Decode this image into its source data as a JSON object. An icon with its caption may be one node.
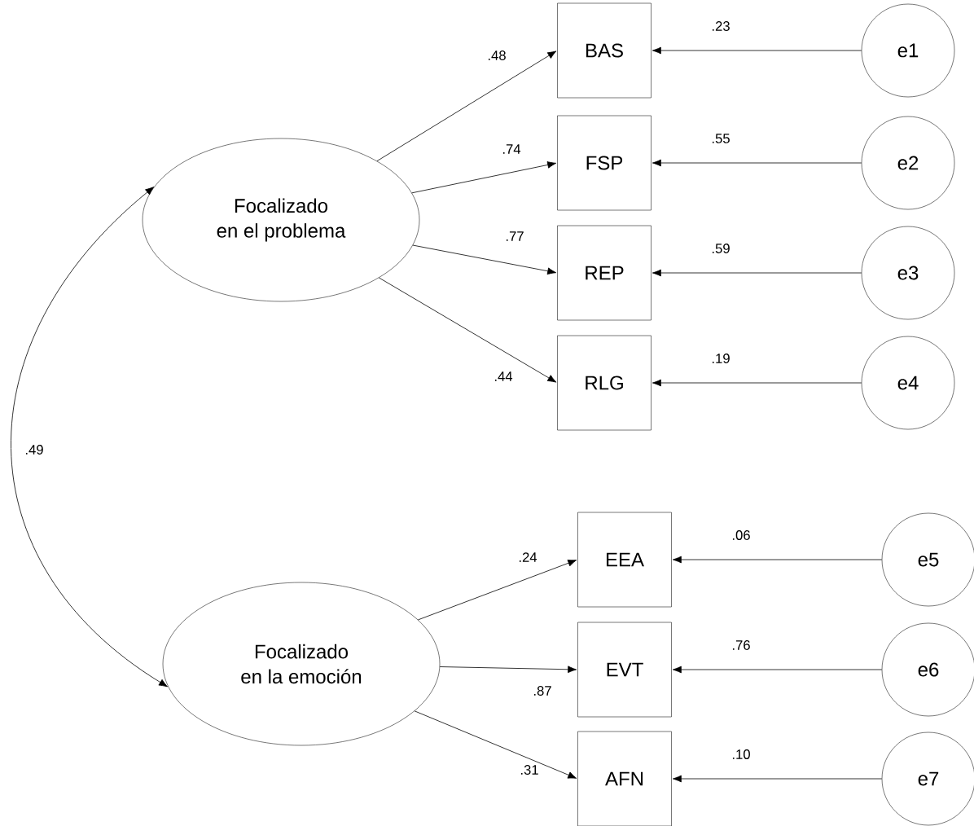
{
  "diagram": {
    "nodes": [
      {
        "text": [
          "Focalizado en el problema"
        ]
      },
      {
        "text": [
          "Focalizado en la emoción"
        ]
      },
      {
        "text": [
          "BAS"
        ]
      },
      {
        "text": [
          "FSP"
        ]
      },
      {
        "text": [
          "REP"
        ]
      },
      {
        "text": [
          "RLG"
        ]
      },
      {
        "text": [
          "EEA"
        ]
      },
      {
        "text": [
          "EVT"
        ]
      },
      {
        "text": [
          "AFN"
        ]
      },
      {
        "text": [
          "e1"
        ]
      },
      {
        "text": [
          "e2"
        ]
      },
      {
        "text": [
          "e3"
        ]
      },
      {
        "text": [
          "e4"
        ]
      },
      {
        "text": [
          "e5"
        ]
      },
      {
        "text": [
          "e6"
        ]
      },
      {
        "text": [
          "e7"
        ]
      }
    ],
    "edges": [
      {
        "from": 0,
        "to": 2,
        "arrow": "to",
        "label": ".48"
      },
      {
        "from": 0,
        "to": 3,
        "arrow": "to",
        "label": ".74"
      },
      {
        "from": 0,
        "to": 4,
        "arrow": "to",
        "label": ".77"
      },
      {
        "from": 0,
        "to": 5,
        "arrow": "to",
        "label": ".44"
      },
      {
        "from": 1,
        "to": 6,
        "arrow": "to",
        "label": ".24"
      },
      {
        "from": 1,
        "to": 7,
        "arrow": "to",
        "label": ".87"
      },
      {
        "from": 1,
        "to": 8,
        "arrow": "to",
        "label": ".31"
      },
      {
        "from": 9,
        "to": 2,
        "arrow": "to"
      },
      {
        "from": 10,
        "to": 3,
        "arrow": "to"
      },
      {
        "from": 11,
        "to": 4,
        "arrow": "to"
      },
      {
        "from": 12,
        "to": 5,
        "arrow": "to"
      },
      {
        "from": 13,
        "to": 6,
        "arrow": "to"
      },
      {
        "from": 14,
        "to": 7,
        "arrow": "to"
      },
      {
        "from": 15,
        "to": 8,
        "arrow": "to"
      },
      {
        "from": 0,
        "to": 1,
        "arrow": "both",
        "label": ".49"
      }
    ],
    "labels": [
      ".23",
      ".55",
      ".59",
      ".19",
      ".06",
      ".76",
      ".10"
    ]
  }
}
